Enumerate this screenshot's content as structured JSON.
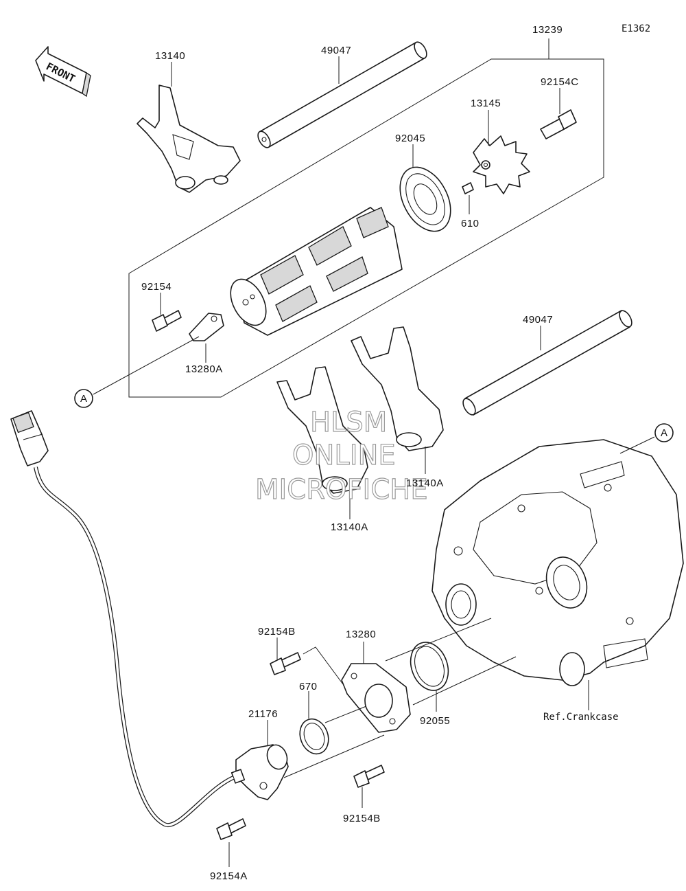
{
  "diagram_code": "E1362",
  "front_label": "FRONT",
  "reference_marker": "A",
  "watermark": [
    "HLSM",
    "ONLINE",
    "MICROFICHE"
  ],
  "ref_note": "Ref.Crankcase",
  "parts": {
    "shift_drum_assy": "13239",
    "fork_upper": "13140",
    "fork_rod_upper": "49047",
    "fork_rod_lower": "49047",
    "bolt_c": "92154C",
    "drum_gear": "13145",
    "bearing": "92045",
    "pin": "610",
    "bolt_drum": "92154",
    "holder": "13280A",
    "fork_lower_1": "13140A",
    "fork_lower_2": "13140A",
    "bolt_b_top": "92154B",
    "sensor_holder": "13280",
    "oring_small": "670",
    "oring_large": "92055",
    "sensor": "21176",
    "bolt_b_bottom": "92154B",
    "bolt_a": "92154A"
  }
}
